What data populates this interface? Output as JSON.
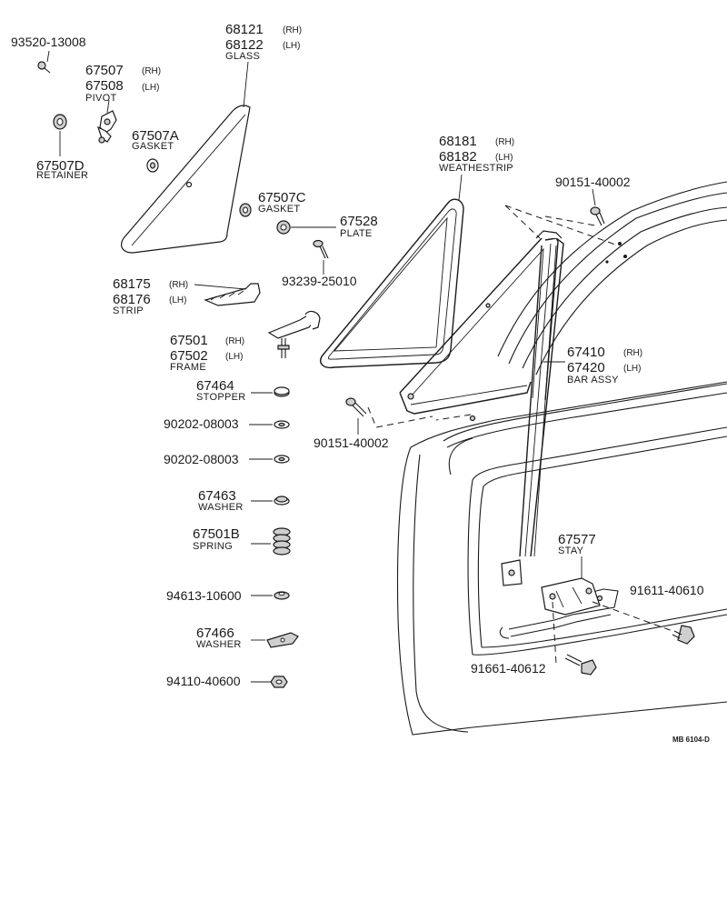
{
  "callouts": {
    "p93520": "93520-13008",
    "p67507": "67507",
    "p67508": "67508",
    "pivot": "PIVOT",
    "p67507d": "67507D",
    "retainer": "RETAINER",
    "p67507a": "67507A",
    "gasket_a": "GASKET",
    "p68121": "68121",
    "p68122": "68122",
    "glass": "GLASS",
    "p67507c": "67507C",
    "gasket_c": "GASKET",
    "p67528": "67528",
    "plate": "PLATE",
    "p93239": "93239-25010",
    "p68175": "68175",
    "p68176": "68176",
    "strip": "STRIP",
    "p67501": "67501",
    "p67502": "67502",
    "frame": "FRAME",
    "p67464": "67464",
    "stopper": "STOPPER",
    "p90202a": "90202-08003",
    "p90202b": "90202-08003",
    "p67463": "67463",
    "washer_63": "WASHER",
    "p67501b": "67501B",
    "spring": "SPRING",
    "p94613": "94613-10600",
    "p67466": "67466",
    "washer_66": "WASHER",
    "p94110": "94110-40600",
    "p68181": "68181",
    "p68182": "68182",
    "weatherstrip": "WEATHESTRIP",
    "p90151a": "90151-40002",
    "p90151b": "90151-40002",
    "p67410": "67410",
    "p67420": "67420",
    "bar_assy": "BAR ASSY",
    "p67577": "67577",
    "stay": "STAY",
    "p91611": "91611-40610",
    "p91661": "91661-40612",
    "rh": "(RH)",
    "lh": "(LH)",
    "diagram_code": "MB 6104-D"
  }
}
